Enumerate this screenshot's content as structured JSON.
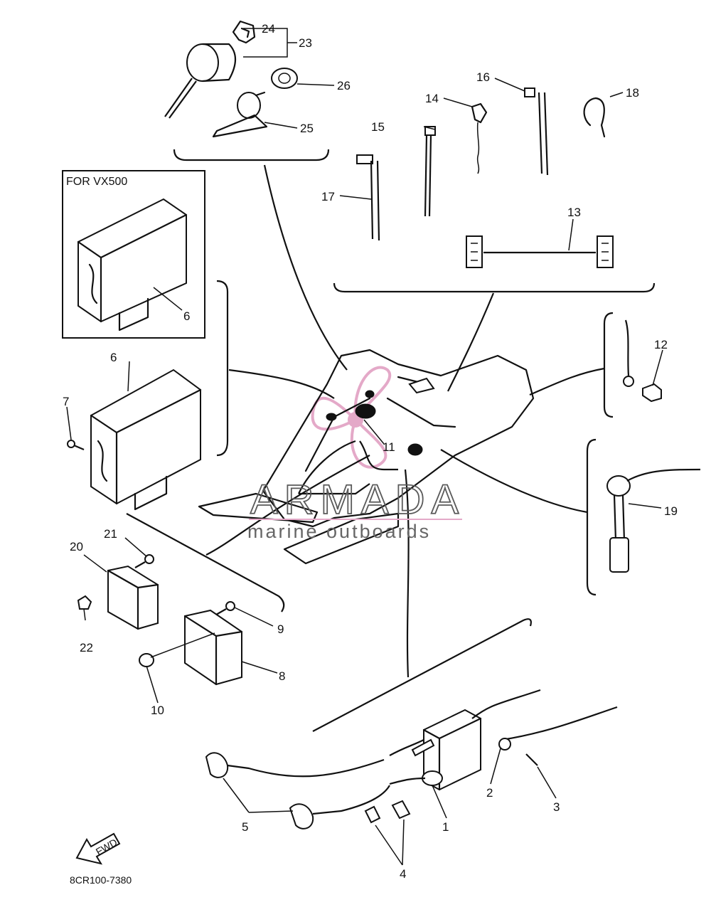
{
  "inset": {
    "title": "FOR VX500"
  },
  "callouts": {
    "c1": "1",
    "c2": "2",
    "c3": "3",
    "c4": "4",
    "c5": "5",
    "c6_inset": "6",
    "c6_main": "6",
    "c7": "7",
    "c8": "8",
    "c9": "9",
    "c10": "10",
    "c11": "11",
    "c12": "12",
    "c13": "13",
    "c14": "14",
    "c15": "15",
    "c16": "16",
    "c17": "17",
    "c18": "18",
    "c19": "19",
    "c20": "20",
    "c21": "21",
    "c22": "22",
    "c23": "23",
    "c24": "24",
    "c25": "25",
    "c26": "26"
  },
  "direction_arrow": {
    "label": "FWD"
  },
  "drawing_code": "8CR100-7380",
  "watermark": {
    "brand": "ARMADA",
    "tagline": "marine outboards",
    "logo_color": "#e4a9c8"
  }
}
